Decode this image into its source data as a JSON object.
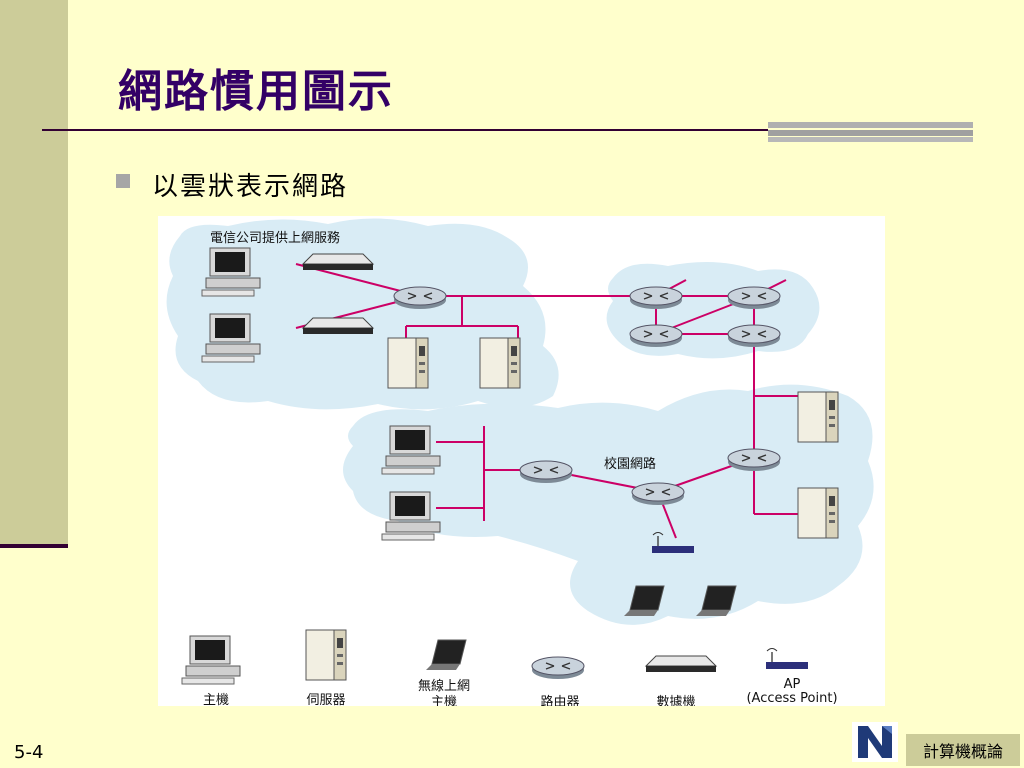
{
  "slide": {
    "title": "網路慣用圖示",
    "bullet": "以雲狀表示網路",
    "page_number": "5-4",
    "course": "計算機概論"
  },
  "diagram": {
    "cloud_isp_label": "電信公司提供上網服務",
    "cloud_campus_label": "校園網路",
    "legend": {
      "host": "主機",
      "server": "伺服器",
      "laptop_line1": "無線上網",
      "laptop_line2": "主機",
      "router": "路由器",
      "modem": "數據機",
      "ap_line1": "AP",
      "ap_line2": "(Access Point)"
    }
  },
  "colors": {
    "background": "#ffffcc",
    "band": "#cccc99",
    "title": "#330066",
    "link": "#cc0066",
    "cloud": "#d9ecf5"
  }
}
